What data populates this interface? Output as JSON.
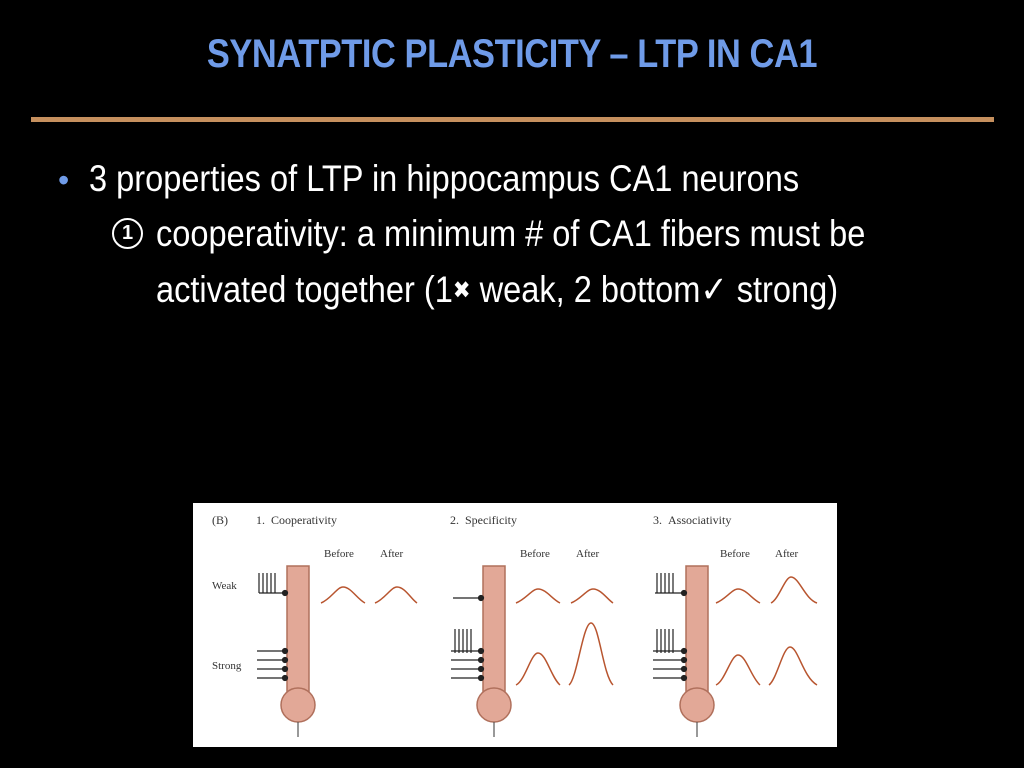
{
  "slide": {
    "title": "SYNATPTIC PLASTICITY – LTP IN CA1",
    "bullet_marker": "•",
    "bullet_text": "3 properties of LTP in hippocampus CA1 neurons",
    "sub_marker": "1",
    "sub_line1": "cooperativity: a minimum # of CA1 fibers must be",
    "sub_line2_a": "activated together (1",
    "sub_line2_cross": "✖",
    "sub_line2_b": " weak, 2 bottom",
    "sub_line2_check": "✓",
    "sub_line2_c": " strong)"
  },
  "figure": {
    "panel_label": "(B)",
    "panels": [
      {
        "number": "1.",
        "title": "Cooperativity"
      },
      {
        "number": "2.",
        "title": "Specificity"
      },
      {
        "number": "3.",
        "title": "Associativity"
      }
    ],
    "before_label": "Before",
    "after_label": "After",
    "weak_label": "Weak",
    "strong_label": "Strong",
    "colors": {
      "neuron_fill": "#e2a897",
      "neuron_stroke": "#b0705c",
      "trace": "#b8552f"
    }
  }
}
